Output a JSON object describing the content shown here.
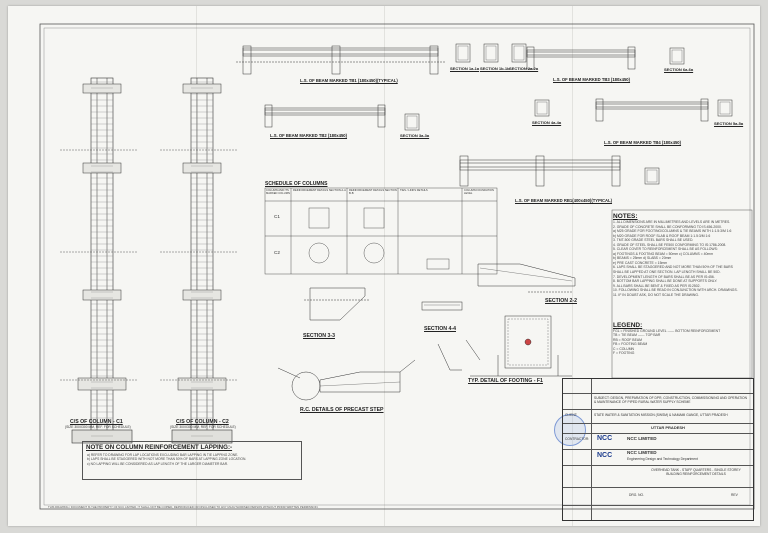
{
  "columns": {
    "c1": {
      "label": "C/S OF COLUMN - C1",
      "sub": "(SIZE 300X300 MM, REF. FOR SCHEDULE)"
    },
    "c2": {
      "label": "C/S OF COLUMN - C2",
      "sub": "(SIZE 300X300 MM, REF. FOR SCHEDULE)"
    }
  },
  "beams": {
    "tb1": "L.S. OF BEAM MARKED TB1 (180x450)(TYPICAL)",
    "tb2": "L.S. OF BEAM MARKED TB2 (180x450)",
    "tb3": "L.S. OF BEAM MARKED TB3 (180x450)",
    "tb4": "L.S. OF BEAM MARKED TB4 (180x450)",
    "rb": "L.S. OF BEAM MARKED RB1(400x450)(TYPICAL)"
  },
  "sections": {
    "s1a": "SECTION 1a-1a",
    "s1b": "SECTION 1b-1b",
    "s2a": "SECTION 2a-2a",
    "s3a": "SECTION 3a-3a",
    "s4a": "SECTION 4a-4a",
    "s5a": "SECTION 5a-5a",
    "s6a": "SECTION 6a-6a",
    "s22": "SECTION 2-2",
    "s33": "SECTION 3-3",
    "s44": "SECTION 4-4"
  },
  "schedule": {
    "title": "SCHEDULE OF COLUMNS",
    "headers": [
      "COLUMN AND ITS MARKED COLUMN",
      "REINFORCEMENT DETAILS SECTION A-A",
      "REINFORCEMENT DETAILS SECTION B-B",
      "TIES / LINKS DETAILS",
      "COLUMN FOUNDATION LEVEL"
    ],
    "rows": [
      [
        "C1"
      ],
      [
        "C2"
      ]
    ]
  },
  "footing": {
    "label": "TYP. DETAIL OF FOOTING - F1"
  },
  "precast": {
    "label": "R.C. DETAILS OF PRECAST STEP"
  },
  "notes": {
    "title": "NOTES:",
    "lines": [
      "1. ALL DIMENSIONS ARE IN MILLIMETRES AND LEVELS ARE IN METRES.",
      "2. GRADE OF CONCRETE SHALL BE CONFORMING TO IS:456-2000.",
      "   a) M25 GRADE FOR FOOTING/COLUMNS & TIE BEAMS WITH 1:1.5:3/M 1:6",
      "   b) M20 GRADE FOR ROOF SLAB & ROOF BEAM 1:1.5:3/M 1:6",
      "3. TMT-500 GRADE STEEL BARS SHALL BE USED.",
      "4. GRADE OF STEEL SHALL BE FE500 CONFORMING TO IS:1786-2008.",
      "5. CLEAR COVER TO REINFORCEMENT SHALL BE AS FOLLOWS:",
      "   a) FOOTINGS & FOOTING BEAM = 50mm     c) COLUMNS = 40mm",
      "   b) BEAMS = 25mm                        d) SLABS = 20mm",
      "   e) PRE CAST CONCRETE = 15mm",
      "6. LAPS SHALL BE STAGGERED AND NOT MORE THAN 50% OF THE BARS",
      "   SHALL BE LAPPED AT ONE SECTION. LAP LENGTH SHALL BE 50D.",
      "7. DEVELOPMENT LENGTH OF BARS SHALL BE AS PER IS:456.",
      "8. BOTTOM BAR LAPPING SHALL BE DONE AT SUPPORTS ONLY.",
      "9. ALL BARS SHALL BE BENT & FIXED AS PER IS:2502.",
      "10. FOLLOWING SHALL BE READ IN CONJUNCTION WITH ARCH. DRAWINGS.",
      "11. IF IN DOUBT ASK, DO NOT SCALE THE DRAWING."
    ]
  },
  "legend": {
    "title": "LEGEND:",
    "lines": [
      "FGL = FINISHED GROUND LEVEL        ------ BOTTOM REINFORCEMENT",
      "TB  = TIE BEAM                     ------ TOP BAR",
      "RB  = ROOF BEAM",
      "FB  = FOOTING BEAM",
      "C   = COLUMN",
      "F   = FOOTING"
    ]
  },
  "lapping": {
    "title": "NOTE ON COLUMN REINFORCEMENT LAPPING:-",
    "lines": [
      "a) REFER TO DRAWING FOR LAP LOCATIONS EXCLUDING BAR LAPPING IN TIE LAPPING ZONE.",
      "b) LAPS SHALL BE STAGGERED WITH NOT MORE THAN 50% OF BARS AT LAPPING ZONE LOCATION.",
      "c) NO LAPPING WILL BE CONSIDERED AS LAP LENGTH OF THE LARGER DIAMETER BAR."
    ]
  },
  "titleblock": {
    "client_label": "CLIENT:",
    "project": "STATE WATER & SANITATION MISSION (SWSM) & NAMAMI GANGE, UTTAR PRADESH",
    "subject": "SUBJECT: DESIGN, PREPARATION OF DPR, CONSTRUCTION, COMMISSIONING AND OPERATION & MAINTENANCE OF PIPED RURAL WATER SUPPLY SCHEME",
    "state": "UTTAR PRADESH",
    "contractor_label": "CONTRACTOR:",
    "contractor": "NCC LIMITED",
    "consultant": "NCC LIMITED",
    "consultant_sub": "Engineering Design and Technology Department",
    "drawing_title": "OVERHEAD TANK - STAFF QUARTERS - SINGLE STOREY BUILDING REINFORCEMENT DETAILS",
    "drg_no_label": "DRG. NO.",
    "rev_label": "REV",
    "logo": "NCC"
  },
  "footer": "THIS DRAWING / DOCUMENT IS THE PROPERTY OF NCC LIMITED. IT SHALL NOT BE COPIED, REPRODUCED OR DISCLOSED TO ANY UNAUTHORISED PERSON WITHOUT PRIOR WRITTEN PERMISSION."
}
